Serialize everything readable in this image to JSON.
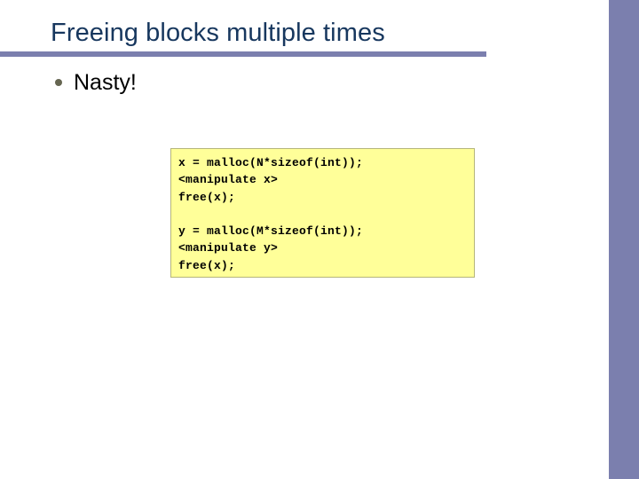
{
  "slide": {
    "title": "Freeing blocks multiple times",
    "bullets": [
      {
        "marker": "bullet-dot-icon",
        "text": "Nasty!"
      }
    ],
    "code_block": {
      "lines": [
        "x = malloc(N*sizeof(int));",
        "<manipulate x>",
        "free(x);",
        "",
        "y = malloc(M*sizeof(int));",
        "<manipulate y>",
        "free(x);"
      ],
      "text": "x = malloc(N*sizeof(int));\n<manipulate x>\nfree(x);\n\ny = malloc(M*sizeof(int));\n<manipulate y>\nfree(x);"
    }
  },
  "colors": {
    "title_text": "#17375e",
    "accent_bar": "#7b7fae",
    "side_band": "#7b7fae",
    "code_background": "#ffff99",
    "code_border": "#b5b57a",
    "code_text": "#000000",
    "bullet_marker": "#666651",
    "body_text": "#000000",
    "slide_background": "#ffffff"
  }
}
